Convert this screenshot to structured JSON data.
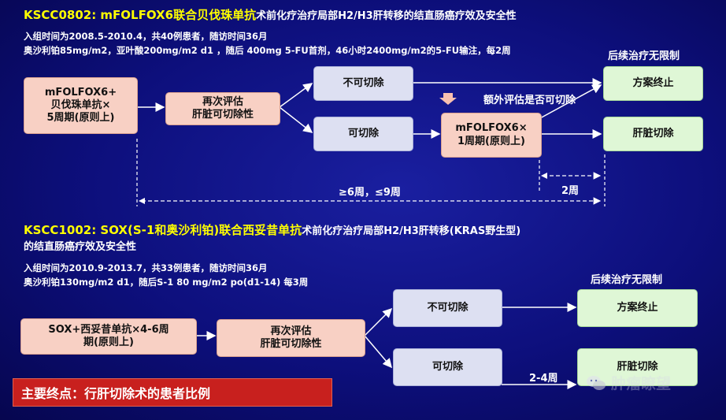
{
  "colors": {
    "background": "#0d0f7c",
    "title_yellow": "#ffff00",
    "pink_box": "#f8d0c4",
    "lavender_box": "#dde0f2",
    "green_box": "#dff7d6",
    "endpoint_red": "#c8201e"
  },
  "study1": {
    "title_main": "KSCC0802: mFOLFOX6联合贝伐珠单抗",
    "title_rest": "术前化疗治疗局部H2/H3肝转移的结直肠癌疗效及安全性",
    "info_line1": "入组时间为2008.5-2010.4，共40例患者，随访时间36月",
    "info_line2": "奥沙利铂85mg/m2，亚叶酸200mg/m2 d1 ，随后 400mg 5-FU首剂，46小时2400mg/m2的5-FU输注，每2周",
    "later_therapy": "后续治疗无限制",
    "start_box": "mFOLFOX6+ 贝伐珠单抗× 5周期(原则上)",
    "reassess_box": "再次评估 肝脏可切除性",
    "unresectable_box": "不可切除",
    "resectable_box": "可切除",
    "extra_cycle_box": "mFOLFOX6× 1周期(原则上)",
    "extra_assess_label": "额外评估是否可切除",
    "end_box": "方案终止",
    "surgery_box": "肝脏切除",
    "interval_label": "≥6周，≤9周",
    "two_week_label": "2周"
  },
  "study2": {
    "title_main": "KSCC1002: SOX(S-1和奥沙利铂)联合西妥昔单抗",
    "title_rest": "术前化疗治疗局部H2/H3肝转移(KRAS野生型)",
    "title_line2": "的结直肠癌疗效及安全性",
    "info_line1": "入组时间为2010.9-2013.7，共33例患者，随访时间36月",
    "info_line2": "奥沙利铂130mg/m2 d1，随后S-1 80 mg/m2 po(d1-14) 每3周",
    "later_therapy": "后续治疗无限制",
    "start_box": "SOX+西妥昔单抗×4-6周 期(原则上)",
    "reassess_box": "再次评估 肝脏可切除性",
    "unresectable_box": "不可切除",
    "resectable_box": "可切除",
    "end_box": "方案终止",
    "surgery_box": "肝脏切除",
    "interval_label": "2-4周"
  },
  "primary_endpoint": "主要终点：行肝切除术的患者比例",
  "watermark": "肿瘤瞭望",
  "icon_name": "wechat-icon"
}
